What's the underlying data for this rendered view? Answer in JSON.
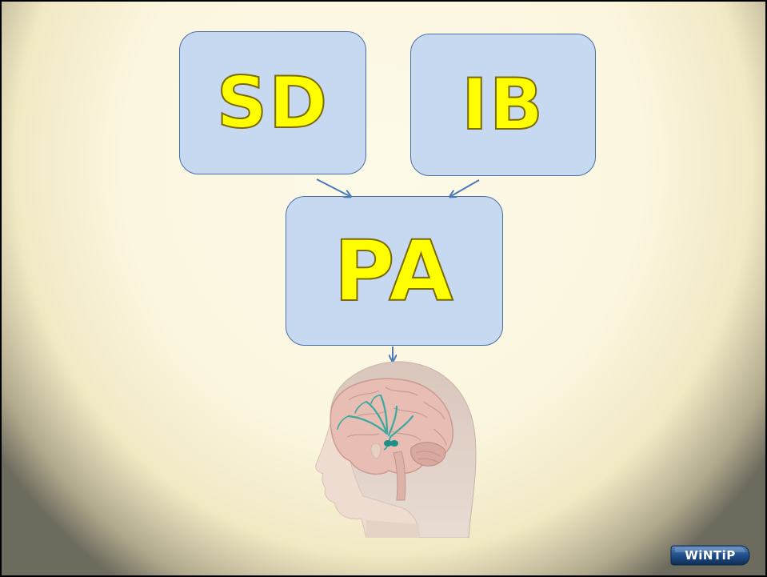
{
  "nodes": {
    "sd": {
      "label": "SD"
    },
    "ib": {
      "label": "IB"
    },
    "pa": {
      "label": "PA"
    }
  },
  "edges": [
    {
      "from": "SD",
      "to": "PA"
    },
    {
      "from": "IB",
      "to": "PA"
    },
    {
      "from": "PA",
      "to": "brain-illustration"
    }
  ],
  "illustration": {
    "icon": "head-profile-brain-icon"
  },
  "logo": {
    "text": "WiNTiP"
  },
  "colors": {
    "box_fill": "#c6d9f1",
    "box_border": "#4a6fa5",
    "label_fill": "#ffff00",
    "arrow": "#4a7ab8",
    "logo_bg": "#1f4f8a"
  }
}
